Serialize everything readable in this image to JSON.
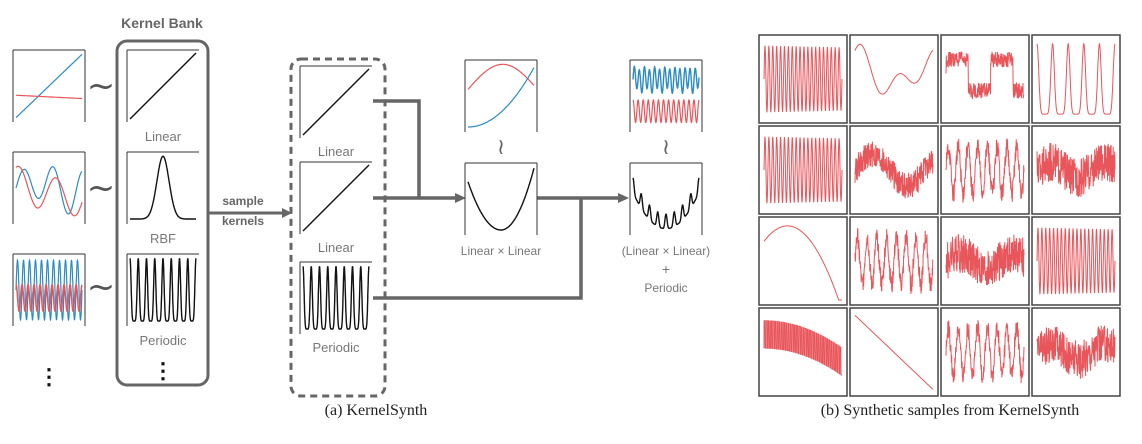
{
  "kernel_bank": {
    "title": "Kernel Bank",
    "kernels": [
      "Linear",
      "RBF",
      "Periodic"
    ],
    "more": "⋮",
    "tilde": "~"
  },
  "arrow": {
    "label_line1": "sample",
    "label_line2": "kernels"
  },
  "sampled": {
    "kernels": [
      "Linear",
      "Linear",
      "Periodic"
    ]
  },
  "composite1": {
    "label": "Linear × Linear",
    "tilde": "≀"
  },
  "composite2": {
    "label_line1": "(Linear × Linear)",
    "label_line2": "+",
    "label_line3": "Periodic",
    "tilde": "≀"
  },
  "captions": {
    "a": "(a) KernelSynth",
    "b": "(b) Synthetic samples from KernelSynth"
  },
  "samples_grid": {
    "rows": 4,
    "cols": 4,
    "line_color": "#e8555a",
    "patterns": [
      "fast-periodic",
      "smooth-wave",
      "noisy-step",
      "spiky-periodic",
      "fast-periodic",
      "noisy-wave",
      "noisy-periodic",
      "noisy",
      "parabola-down",
      "noisy-periodic",
      "noisy",
      "fast-periodic",
      "decaying-periodic",
      "linear-down",
      "noisy-periodic",
      "noisy"
    ]
  },
  "colors": {
    "blue": "#2b8cc4",
    "red": "#e8555a",
    "frame": "#666666"
  }
}
